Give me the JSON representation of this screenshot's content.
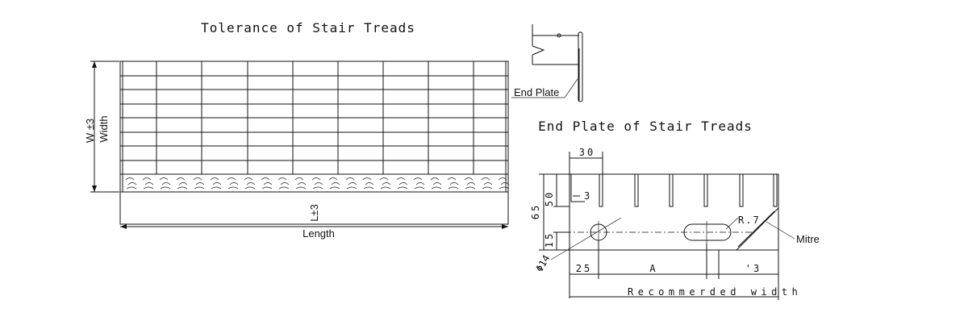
{
  "left_drawing": {
    "title": "Tolerance of Stair Treads",
    "width_label": "Width",
    "width_tolerance": "W ±3",
    "length_label": "Length",
    "length_tolerance": "L±3"
  },
  "end_plate_detail": {
    "callout_label": "End Plate"
  },
  "right_drawing": {
    "title": "End Plate of Stair Treads",
    "dim_top": "30",
    "dim_slot_width": "3",
    "dim_height_total": "65",
    "dim_height_upper": "50",
    "dim_hole_offset": "15",
    "dim_hole_diameter": "Φ14",
    "dim_radius": "R.7",
    "mitre_label": "Mitre",
    "dim_left_edge": "25",
    "dim_a": "A",
    "dim_right_edge": "'3",
    "recommended_label": "Recommerded width"
  }
}
